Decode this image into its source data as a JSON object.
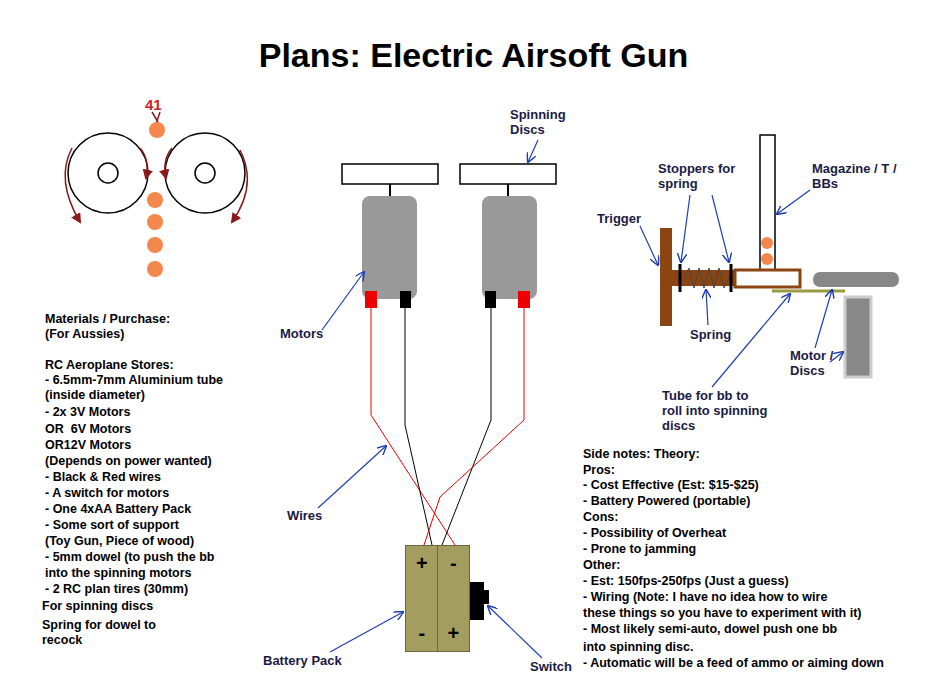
{
  "diagram": {
    "title": "Plans: Electric Airsoft Gun",
    "nodes": [
      {
        "text": [
          "+",
          "-",
          "-",
          "+"
        ]
      }
    ],
    "labels": [
      "41",
      "Spinning Discs",
      "Motors",
      "Wires",
      "Battery Pack",
      "Switch",
      "Trigger",
      "Stoppers for spring",
      "Magazine / T / BBs",
      "Spring",
      "Motor / Discs",
      "Tube for bb to roll into spinning discs",
      "Materials / Purchase:",
      "(For Aussies)",
      "RC Aeroplane Stores:",
      "- 6.5mm-7mm Aluminium tube",
      "(inside diameter)",
      "- 2x 3V Motors",
      "OR  6V Motors",
      "OR12V Motors",
      "(Depends on power wanted)",
      "- Black & Red wires",
      "- A switch for motors",
      "- One 4xAA Battery Pack",
      "- Some sort of support",
      "(Toy Gun, Piece of wood)",
      "- 5mm dowel (to push the bb",
      "into the spinning motors",
      "- 2 RC plan tires (30mm)",
      "For spinning discs",
      "Spring for dowel to",
      "recock",
      "Side notes: Theory:",
      "Pros:",
      "- Cost Effective (Est: $15-$25)",
      "- Battery Powered (portable)",
      "Cons:",
      "- Possibility of Overheat",
      "- Prone to jamming",
      "Other:",
      "- Est: 150fps-250fps (Just a guess)",
      "- Wiring (Note: I have no idea how to wire",
      "these things so you have to experiment with it)",
      "- Most likely semi-auto, dowel push one bb",
      "into spinning disc.",
      "- Automatic will be a feed of ammo or aiming down"
    ]
  }
}
